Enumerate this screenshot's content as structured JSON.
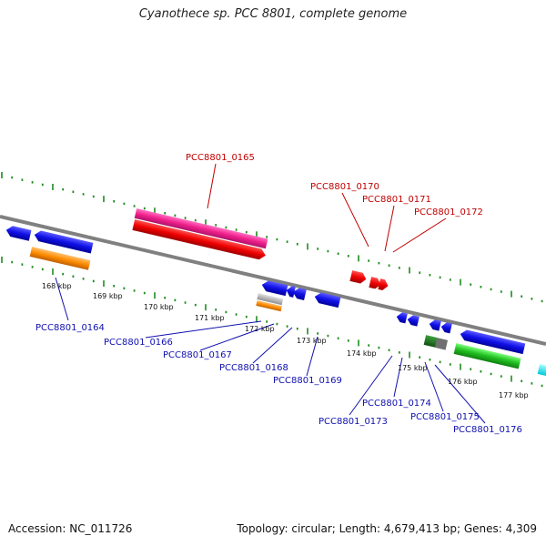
{
  "title": "Cyanothece sp. PCC 8801, complete genome",
  "footer": {
    "accession": "Accession: NC_011726",
    "topology": "Topology: circular; Length: 4,679,413 bp; Genes: 4,309"
  },
  "kbp_labels": [
    "168 kbp",
    "169 kbp",
    "170 kbp",
    "171 kbp",
    "172 kbp",
    "173 kbp",
    "174 kbp",
    "175 kbp",
    "176 kbp",
    "177 kbp"
  ],
  "gene_labels_top": [
    "PCC8801_0165",
    "PCC8801_0170",
    "PCC8801_0171",
    "PCC8801_0172"
  ],
  "gene_labels_bottom": [
    "PCC8801_0164",
    "PCC8801_0166",
    "PCC8801_0167",
    "PCC8801_0168",
    "PCC8801_0169",
    "PCC8801_0173",
    "PCC8801_0174",
    "PCC8801_0175",
    "PCC8801_0176"
  ],
  "colors": {
    "backbone": "#808080",
    "ticks": "#1e8c1e",
    "label_red": "#c00000",
    "label_blue": "#1010b0"
  }
}
